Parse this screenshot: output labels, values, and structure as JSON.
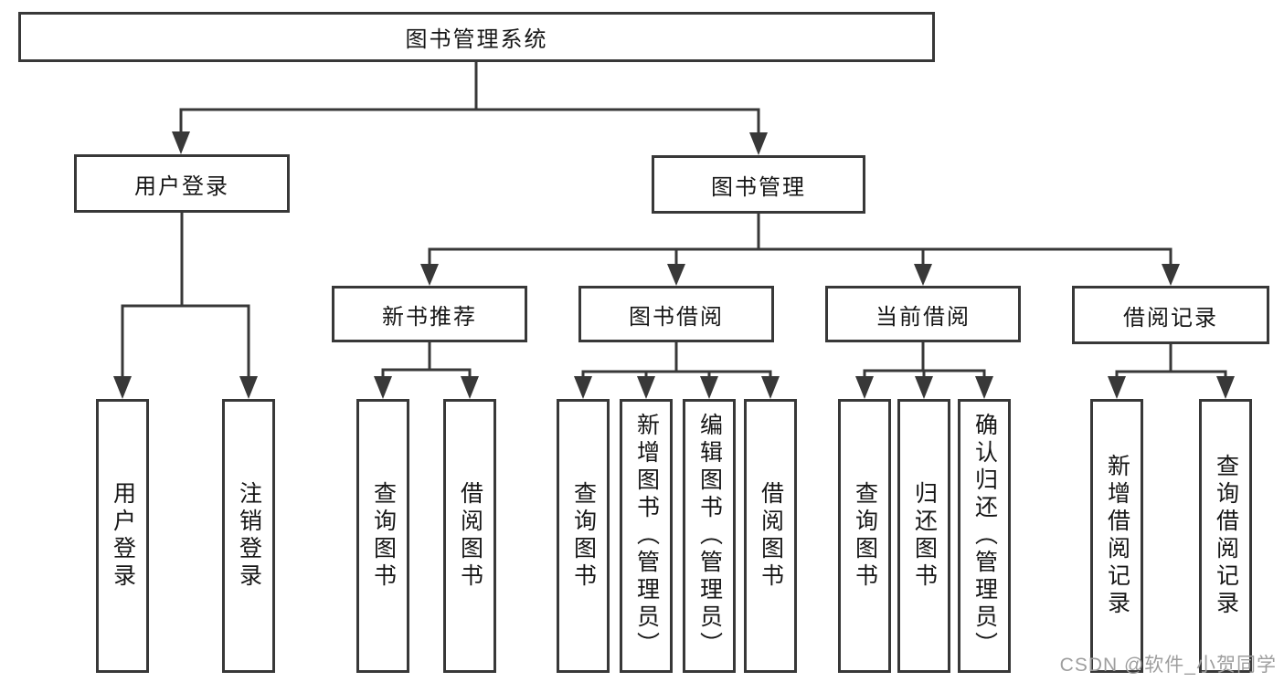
{
  "colors": {
    "line": "#383838",
    "text": "#161616",
    "box_bg": "#ffffff",
    "watermark": "#9e9e9e"
  },
  "tree": {
    "root": {
      "label": "图书管理系统"
    },
    "branches": [
      {
        "label": "用户登录",
        "children": [
          {
            "label": "用户登录"
          },
          {
            "label": "注销登录"
          }
        ]
      },
      {
        "label": "图书管理",
        "children": [
          {
            "label": "新书推荐",
            "children": [
              {
                "label": "查询图书"
              },
              {
                "label": "借阅图书"
              }
            ]
          },
          {
            "label": "图书借阅",
            "children": [
              {
                "label": "查询图书"
              },
              {
                "label": "新增图书（管理员）"
              },
              {
                "label": "编辑图书（管理员）"
              },
              {
                "label": "借阅图书"
              }
            ]
          },
          {
            "label": "当前借阅",
            "children": [
              {
                "label": "查询图书"
              },
              {
                "label": "归还图书"
              },
              {
                "label": "确认归还（管理员）"
              }
            ]
          },
          {
            "label": "借阅记录",
            "children": [
              {
                "label": "新增借阅记录"
              },
              {
                "label": "查询借阅记录"
              }
            ]
          }
        ]
      }
    ]
  },
  "watermark": {
    "label": "CSDN @软件_小贺同学"
  }
}
